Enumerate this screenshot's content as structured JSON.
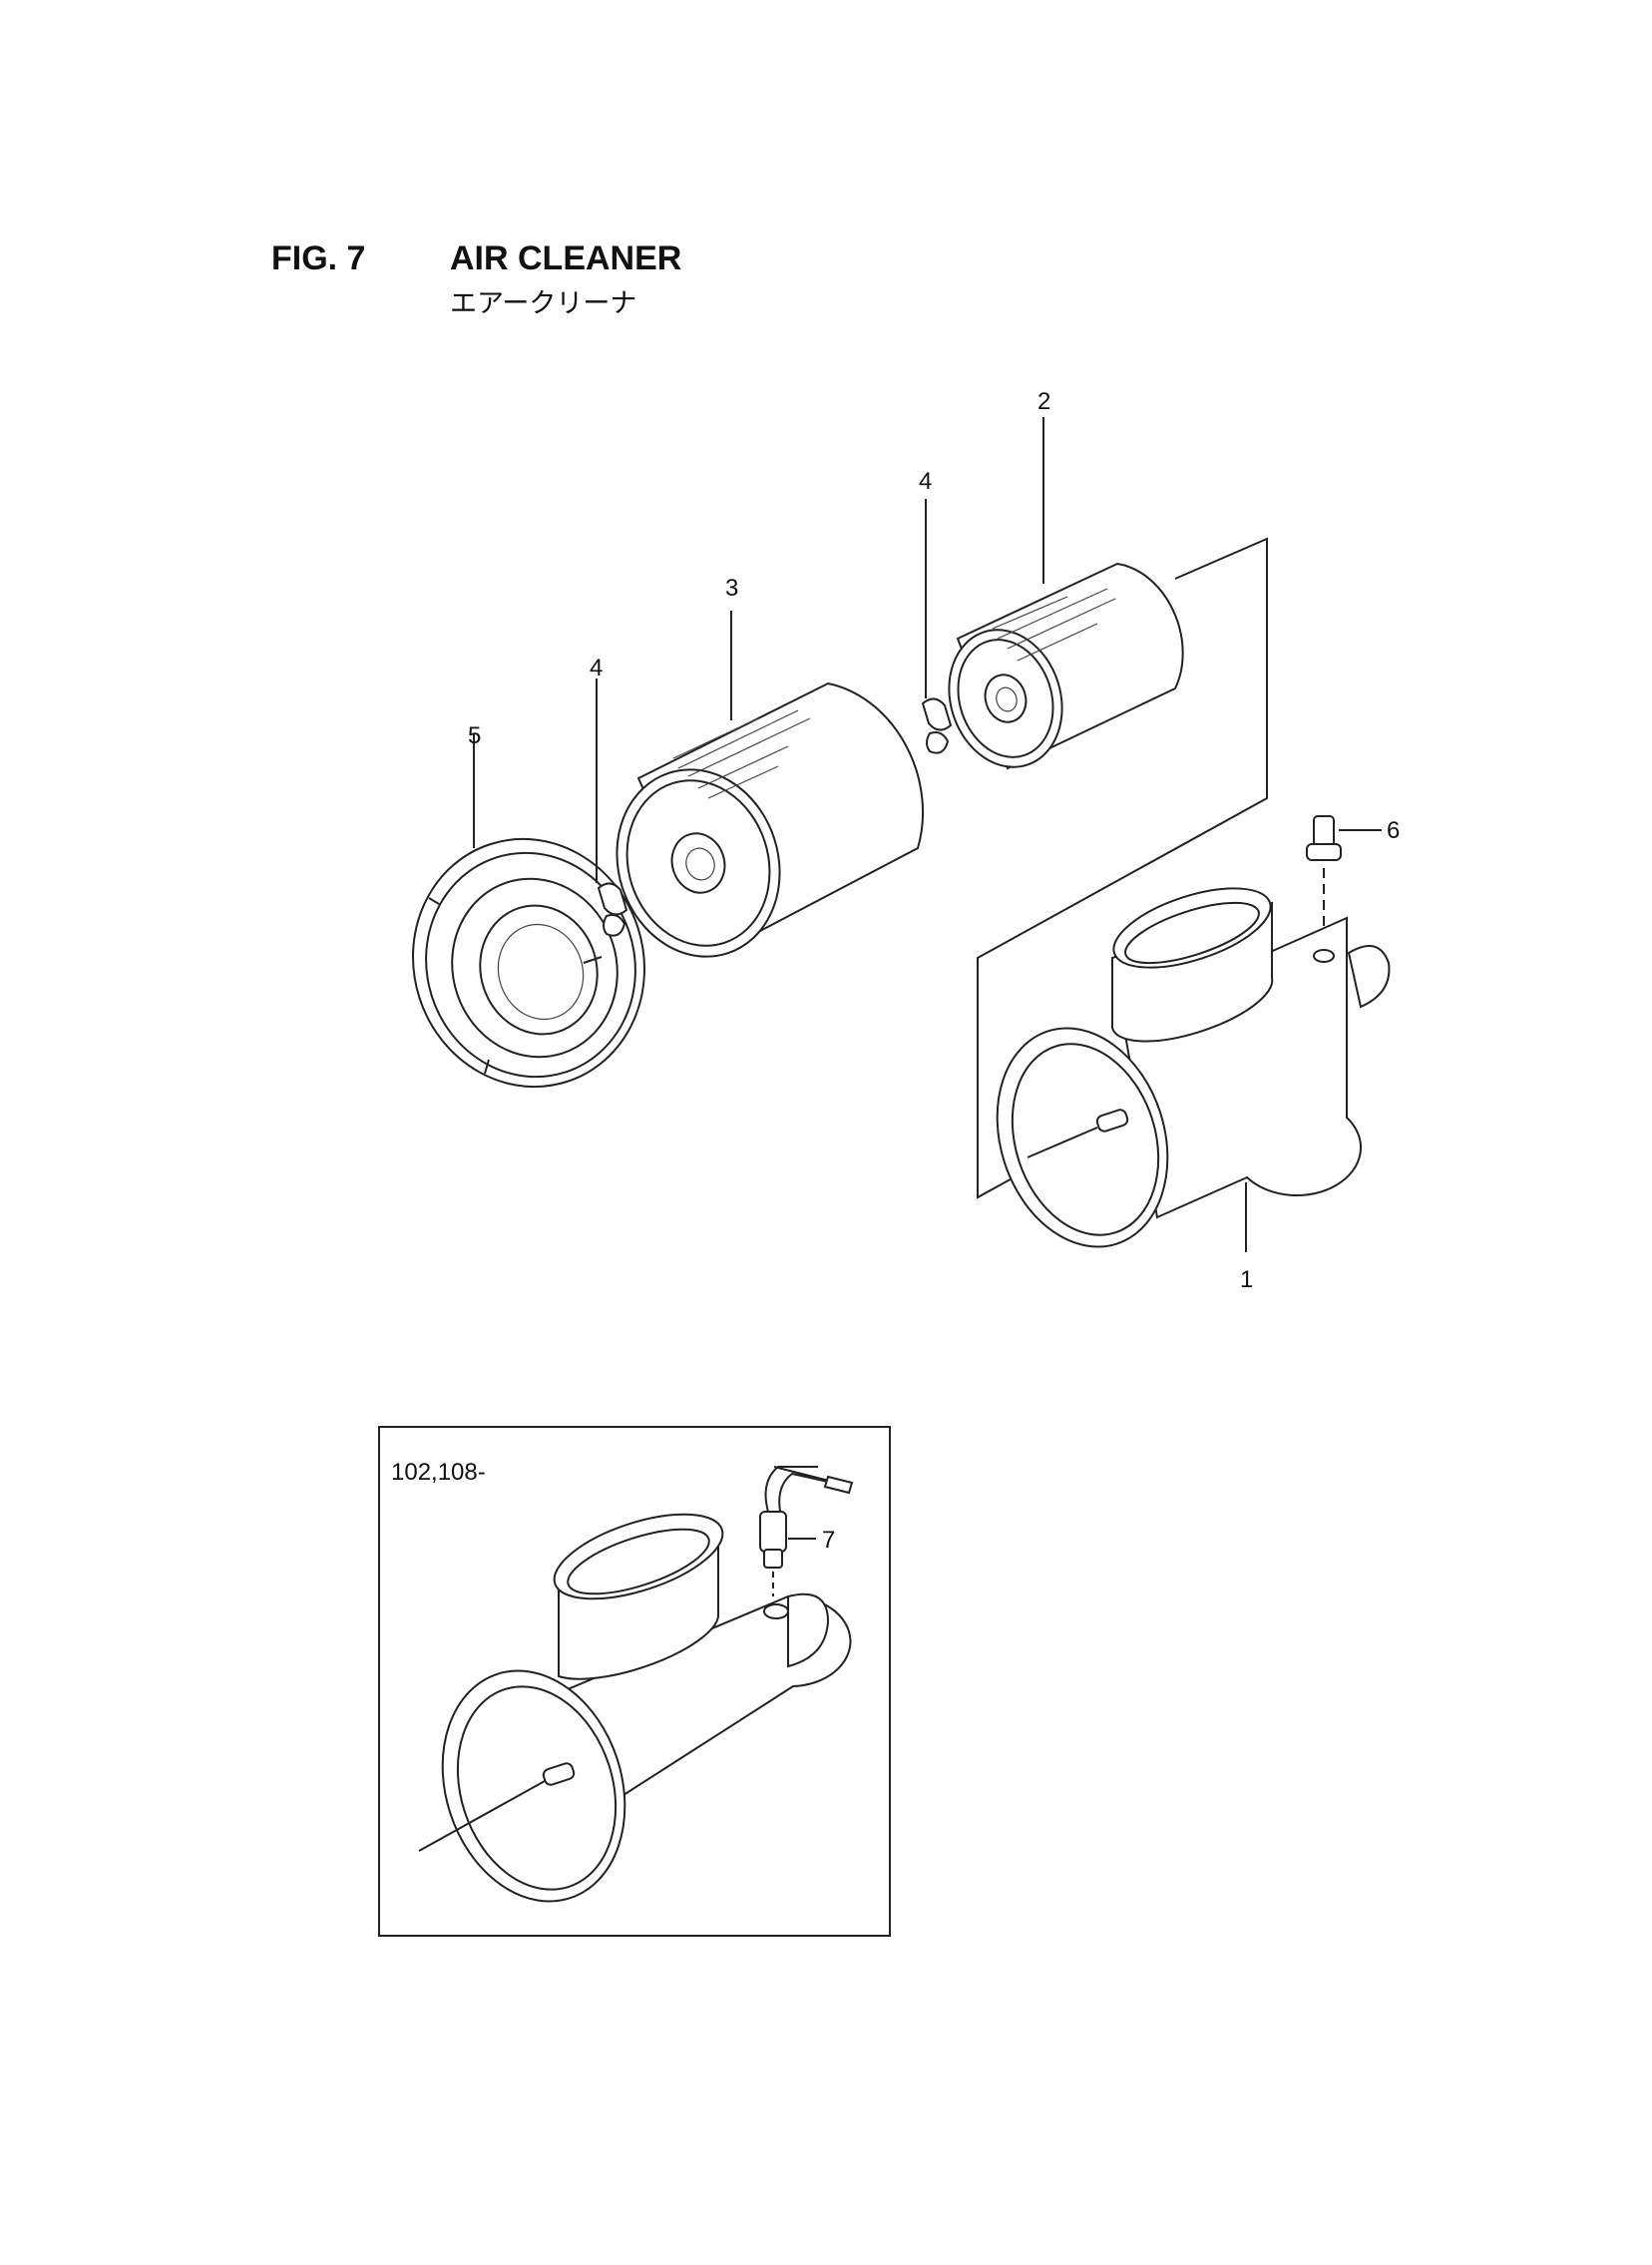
{
  "figure": {
    "number": "FIG. 7",
    "title": "AIR CLEANER",
    "subtitle": "エアークリーナ"
  },
  "callouts": [
    {
      "id": "1",
      "text": "1"
    },
    {
      "id": "2",
      "text": "2"
    },
    {
      "id": "3",
      "text": "3"
    },
    {
      "id": "4a",
      "text": "4"
    },
    {
      "id": "4b",
      "text": "4"
    },
    {
      "id": "5",
      "text": "5"
    },
    {
      "id": "6",
      "text": "6"
    },
    {
      "id": "7",
      "text": "7"
    }
  ],
  "inset": {
    "serial_label": "102,108-"
  }
}
